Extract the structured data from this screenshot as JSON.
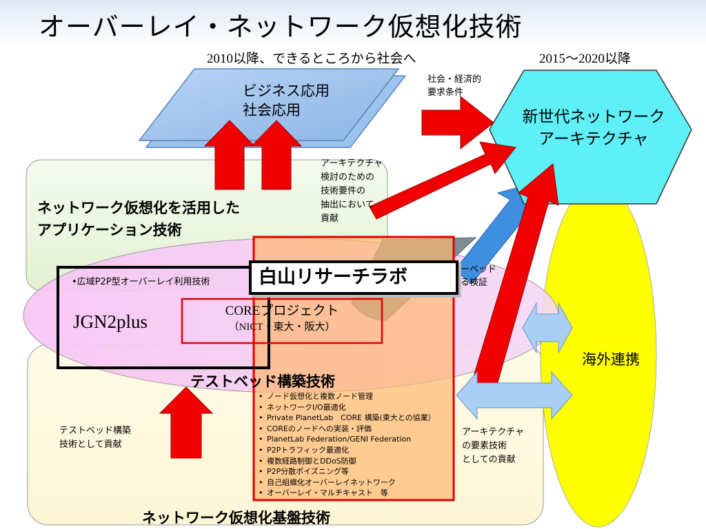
{
  "title": "オーバーレイ・ネットワーク仮想化技術",
  "subtitle_left": "2010以降、できるところから社会へ",
  "subtitle_right": "2015〜2020以降",
  "business_box": {
    "line1": "ビジネス応用",
    "line2": "社会応用"
  },
  "socioeconomic": {
    "line1": "社会・経済的",
    "line2": "要求条件"
  },
  "ngn": {
    "line1": "新世代ネットワーク",
    "line2": "アーキテクチャ"
  },
  "arch_contribution": {
    "line1": "アーキテクチャ",
    "line2": "検討のための",
    "line3": "技術要件の",
    "line4": "抽出において",
    "line5": "貢献"
  },
  "app_tech": {
    "line1": "ネットワーク仮想化を活用した",
    "line2": "アプリケーション技術"
  },
  "p2p_item": "•広域P2P型オーバーレイ利用技術",
  "shirayama": "白山リサーチラボ",
  "testbed_verify": {
    "line1": "ーベッド",
    "line2": "る検証"
  },
  "jgn": "JGN2plus",
  "core": {
    "line1": "COREプロジェクト",
    "line2": "（NICT・東大・阪大）"
  },
  "overseas": "海外連携",
  "testbed_tech": "テストベッド構築技術",
  "testbed_contrib": {
    "line1": "テストベッド構築",
    "line2": "技術として貢献"
  },
  "element_contrib": {
    "line1": "アーキテクチャ",
    "line2": "の要素技術",
    "line3": "としての貢献"
  },
  "base_tech": "ネットワーク仮想化基盤技術",
  "testbed_items": [
    "ノード仮想化と複数ノード管理",
    "ネットワークI/O最適化",
    "Private PlanetLab　CORE 構築(東大との協業）",
    "COREのノードへの実装・評価",
    "PlanetLab Federation/GENI Federation",
    "P2Pトラフィック最適化",
    "複数経路制御とDDoS防御",
    "P2P分散ポイズニング等",
    "自己組織化オーバーレイネットワーク",
    "オーバーレイ・マルチキャスト　等"
  ]
}
